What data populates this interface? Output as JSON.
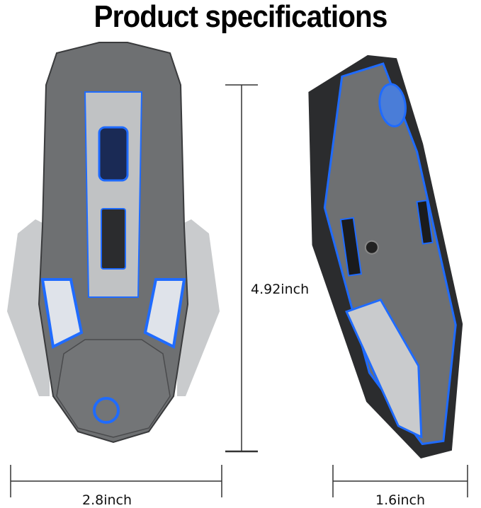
{
  "title": "Product specifications",
  "dimensions": {
    "length": "4.92inch",
    "width": "2.8inch",
    "height": "1.6inch"
  },
  "colors": {
    "body": "#6e7072",
    "accent_light": "#1f6bff",
    "silver": "#c9cbcd",
    "dark": "#2b2c2e"
  }
}
